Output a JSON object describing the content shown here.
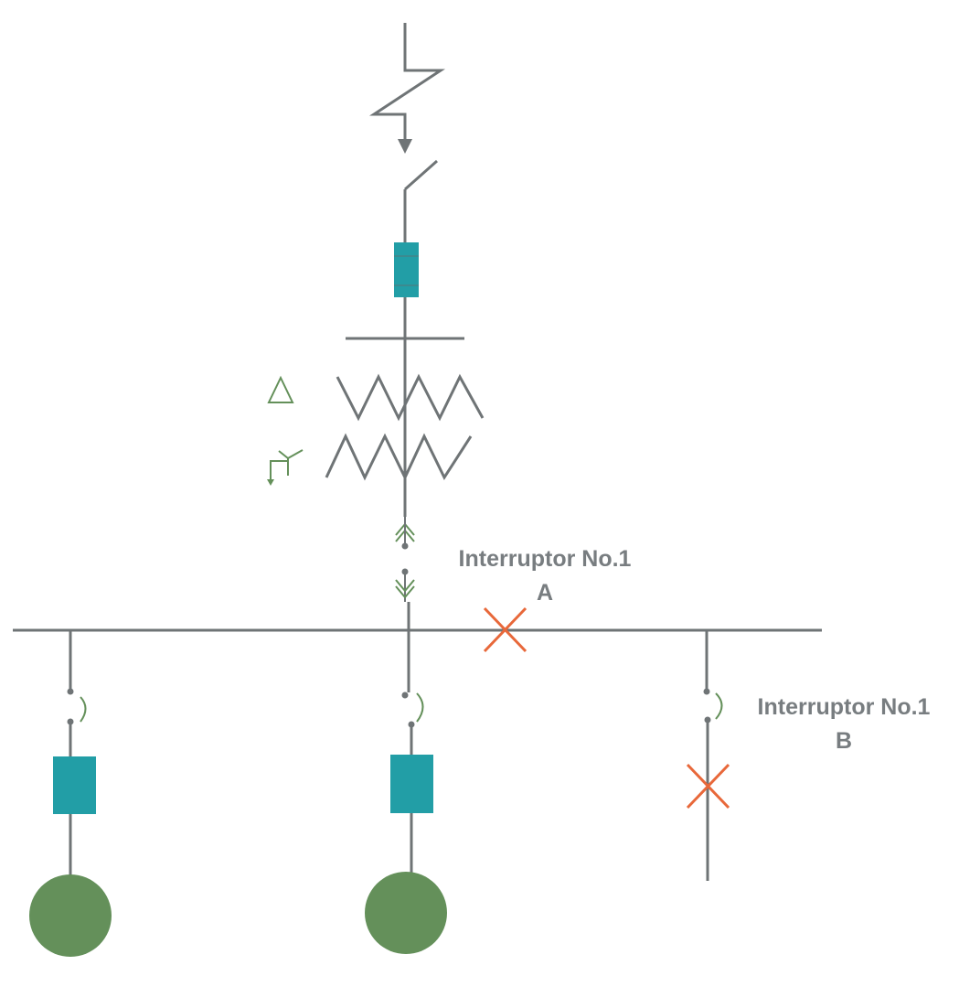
{
  "colors": {
    "line": "#6f7476",
    "teal": "#229ea6",
    "green": "#64905a",
    "fault": "#e8683a",
    "text": "#787d80"
  },
  "labels": {
    "breaker_a_line1": "Interruptor No.1",
    "breaker_a_line2": "A",
    "breaker_b_line1": "Interruptor No.1",
    "breaker_b_line2": "B"
  },
  "icons": {
    "source": "lightning-arrow-icon",
    "isolator": "switch-icon",
    "fuse": "fuse-icon",
    "delta": "delta-winding-icon",
    "wye": "wye-grounded-winding-icon",
    "drawout": "drawout-connector-icon",
    "fault": "x-mark-icon",
    "load": "circle-load-icon"
  }
}
